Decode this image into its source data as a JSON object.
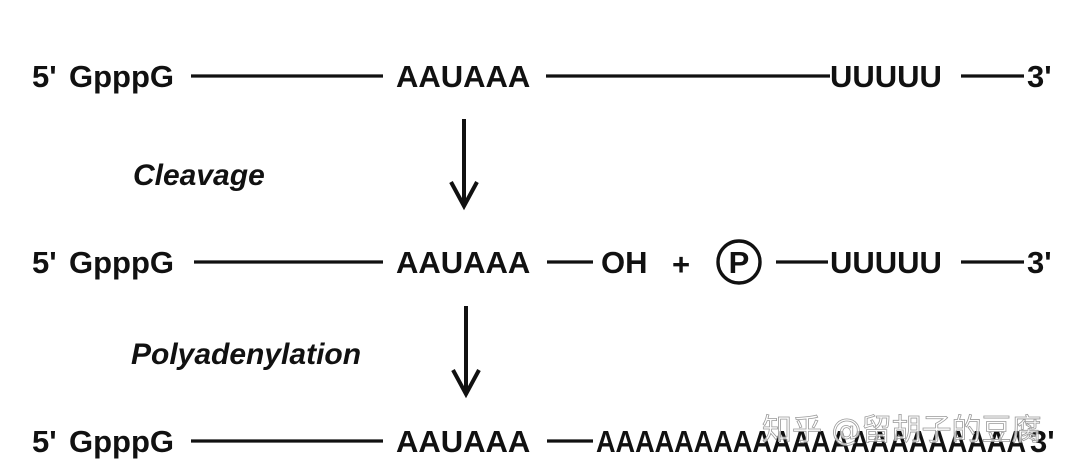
{
  "row1": {
    "five_prime": "5'",
    "cap": "GpppG",
    "signal": "AAUAAA",
    "u_tract": "UUUUU",
    "three_prime": "3'"
  },
  "step1": {
    "label": "Cleavage"
  },
  "row2": {
    "five_prime": "5'",
    "cap": "GpppG",
    "signal": "AAUAAA",
    "hydroxyl": "OH",
    "plus": "+",
    "phosphate": "P",
    "u_tract": "UUUUU",
    "three_prime": "3'"
  },
  "step2": {
    "label": "Polyadenylation"
  },
  "row3": {
    "five_prime": "5'",
    "cap": "GpppG",
    "signal": "AAUAAA",
    "poly_a_tail": "AAAAAAAAAAAAAAAAAAAAAA",
    "three_prime": "3'"
  },
  "watermark": "知乎 @留胡子的豆腐"
}
